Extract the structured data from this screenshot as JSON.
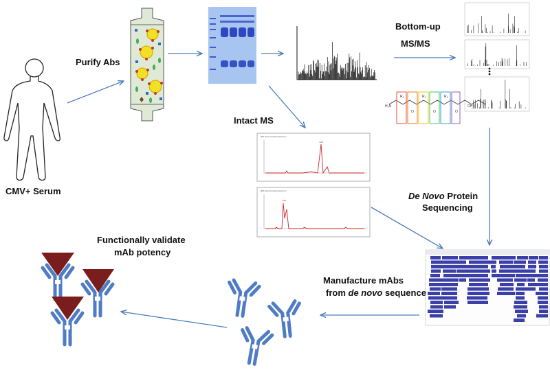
{
  "labels": {
    "purify": "Purify Abs",
    "serum": "CMV+ Serum",
    "bottom_up_line1": "Bottom-up",
    "bottom_up_line2": "MS/MS",
    "intact": "Intact MS",
    "denovo_italic": "De Novo",
    "denovo_rest": " Protein",
    "denovo_line2": "Sequencing",
    "manufacture_line1": "Manufacture mAbs",
    "manufacture_from": "from ",
    "manufacture_italic": "de novo",
    "manufacture_rest": " sequence",
    "validate_line1": "Functionally validate",
    "validate_line2": "mAb potency"
  },
  "colors": {
    "arrow": "#4a7ebb",
    "antibody": "#4f7cc4",
    "antigen": "#7a1d1d",
    "gel_band": "#3a5cc8",
    "gel_bg": "#a8c4f0",
    "alignment": "#3b3fa8",
    "column_fill": "#dfe9d6"
  },
  "icons": {
    "person": "human-silhouette-icon",
    "column": "affinity-column-icon",
    "gel": "sds-page-gel-icon",
    "antibody": "antibody-icon",
    "antigen": "antigen-triangle-icon"
  }
}
